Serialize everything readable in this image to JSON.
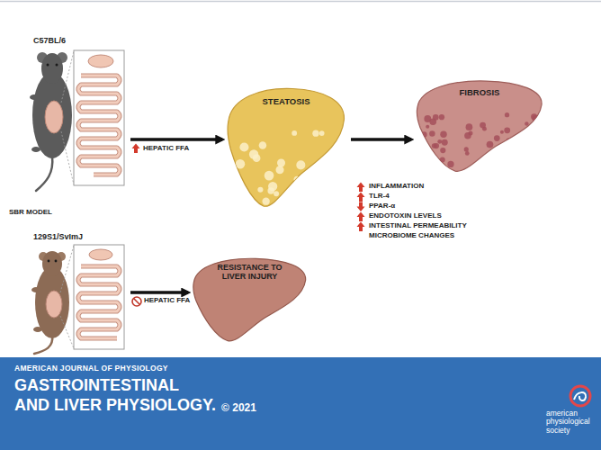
{
  "diagram": {
    "nodes": [
      {
        "text": [
          "C57BL/6"
        ]
      },
      {
        "text": [
          "STEATOSIS"
        ]
      },
      {
        "text": [
          "FIBROSIS"
        ]
      },
      {
        "text": [
          "129S1/SvImJ"
        ]
      },
      {
        "text": [
          "RESISTANCE TO LIVER INJURY"
        ]
      }
    ],
    "edges": [
      {
        "from": 0,
        "to": 1,
        "label": "HEPATIC FFA",
        "arrow": "to"
      },
      {
        "from": 1,
        "to": 2,
        "arrow": "to"
      },
      {
        "from": 3,
        "to": 4,
        "label": "HEPATIC FFA",
        "arrow": "to"
      }
    ],
    "labels": [
      "SBR MODEL",
      "INFLAMMATION",
      "TLR-4",
      "PPAR-α",
      "ENDOTOXIN LEVELS",
      "INTESTINAL PERMEABILITY",
      "MICROBIOME CHANGES",
      "AMERICAN JOURNAL OF PHYSIOLOGY",
      "GASTROINTESTINAL",
      "AND LIVER PHYSIOLOGY.",
      "© 2021",
      "american physiological society"
    ]
  }
}
